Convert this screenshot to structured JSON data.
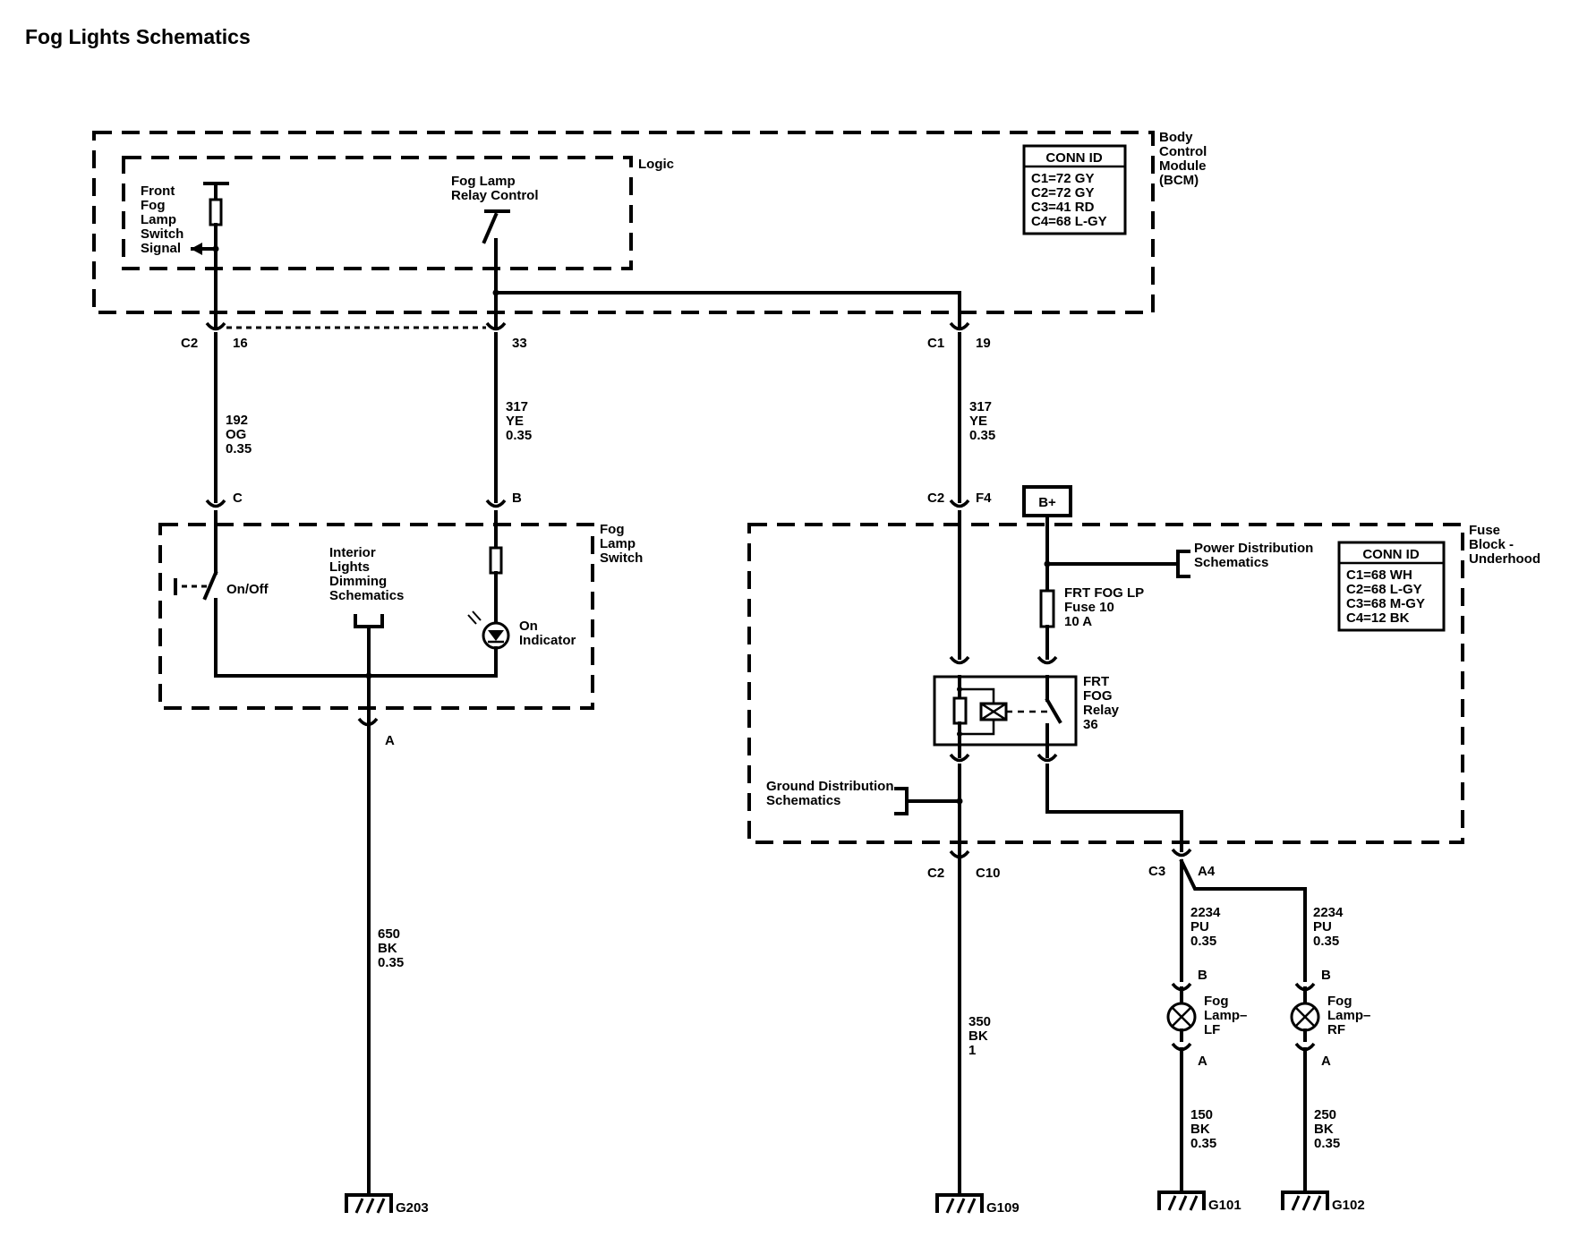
{
  "title": "Fog Lights Schematics",
  "bcm": {
    "label": [
      "Body",
      "Control",
      "Module",
      "(BCM)"
    ],
    "logic_label": "Logic",
    "front_fog_lamp_switch_signal": [
      "Front",
      "Fog",
      "Lamp",
      "Switch",
      "Signal"
    ],
    "fog_lamp_relay_control": [
      "Fog Lamp",
      "Relay Control"
    ],
    "conn_id": {
      "header": "CONN ID",
      "rows": [
        "C1=72 GY",
        "C2=72 GY",
        "C3=41 RD",
        "C4=68 L-GY"
      ]
    }
  },
  "bcm_pins": [
    {
      "connector": "C2",
      "pin": "16"
    },
    {
      "pin": "33"
    },
    {
      "connector": "C1",
      "pin": "19"
    }
  ],
  "wires": {
    "w192": [
      "192",
      "OG",
      "0.35"
    ],
    "w317a": [
      "317",
      "YE",
      "0.35"
    ],
    "w317b": [
      "317",
      "YE",
      "0.35"
    ],
    "w650": [
      "650",
      "BK",
      "0.35"
    ],
    "w350": [
      "350",
      "BK",
      "1"
    ],
    "w2234a": [
      "2234",
      "PU",
      "0.35"
    ],
    "w2234b": [
      "2234",
      "PU",
      "0.35"
    ],
    "w150": [
      "150",
      "BK",
      "0.35"
    ],
    "w250": [
      "250",
      "BK",
      "0.35"
    ]
  },
  "fog_lamp_switch": {
    "label": [
      "Fog",
      "Lamp",
      "Switch"
    ],
    "pin_c": "C",
    "pin_b": "B",
    "pin_a": "A",
    "on_off": "On/Off",
    "interior_lights": [
      "Interior",
      "Lights",
      "Dimming",
      "Schematics"
    ],
    "on_indicator": [
      "On",
      "Indicator"
    ]
  },
  "fuse_block": {
    "label": [
      "Fuse",
      "Block -",
      "Underhood"
    ],
    "c2_f4": {
      "connector": "C2",
      "pin": "F4"
    },
    "b_plus": "B+",
    "power_distribution": [
      "Power Distribution",
      "Schematics"
    ],
    "fuse": [
      "FRT FOG LP",
      "Fuse 10",
      "10 A"
    ],
    "relay": [
      "FRT",
      "FOG",
      "Relay",
      "36"
    ],
    "ground_distribution": [
      "Ground Distribution",
      "Schematics"
    ],
    "conn_id": {
      "header": "CONN ID",
      "rows": [
        "C1=68 WH",
        "C2=68 L-GY",
        "C3=68 M-GY",
        "C4=12 BK"
      ]
    },
    "c2_c10": {
      "connector": "C2",
      "pin": "C10"
    },
    "c3_a4": {
      "connector": "C3",
      "pin": "A4"
    }
  },
  "fog_lamp_lf": {
    "label": [
      "Fog",
      "Lamp–",
      "LF"
    ],
    "pin_b": "B",
    "pin_a": "A"
  },
  "fog_lamp_rf": {
    "label": [
      "Fog",
      "Lamp–",
      "RF"
    ],
    "pin_b": "B",
    "pin_a": "A"
  },
  "grounds": [
    "G203",
    "G109",
    "G101",
    "G102"
  ]
}
